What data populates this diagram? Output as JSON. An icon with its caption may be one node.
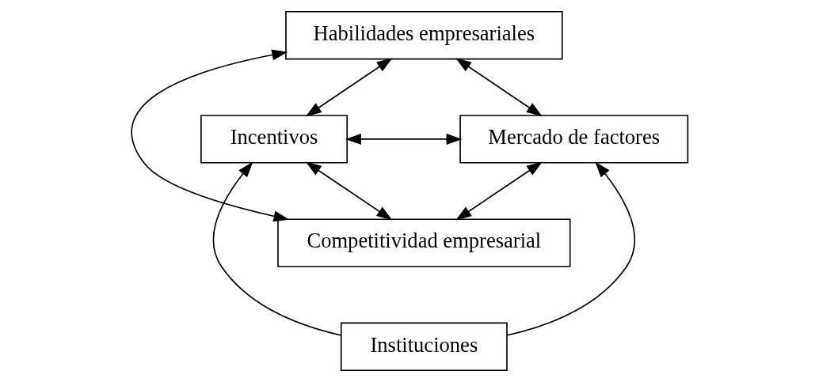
{
  "diagram": {
    "nodes": [
      {
        "text": [
          "Habilidades empresariales"
        ]
      },
      {
        "text": [
          "Incentivos"
        ]
      },
      {
        "text": [
          "Mercado de factores"
        ]
      },
      {
        "text": [
          "Competitividad empresarial"
        ]
      },
      {
        "text": [
          "Instituciones"
        ]
      }
    ],
    "edges": [
      {
        "from": 1,
        "to": 0,
        "arrow": "both"
      },
      {
        "from": 2,
        "to": 0,
        "arrow": "both"
      },
      {
        "from": 3,
        "to": 0,
        "arrow": "both"
      },
      {
        "from": 1,
        "to": 2,
        "arrow": "both"
      },
      {
        "from": 3,
        "to": 1,
        "arrow": "both"
      },
      {
        "from": 3,
        "to": 2,
        "arrow": "both"
      },
      {
        "from": 4,
        "to": 1,
        "arrow": "to"
      },
      {
        "from": 4,
        "to": 2,
        "arrow": "to"
      }
    ]
  }
}
